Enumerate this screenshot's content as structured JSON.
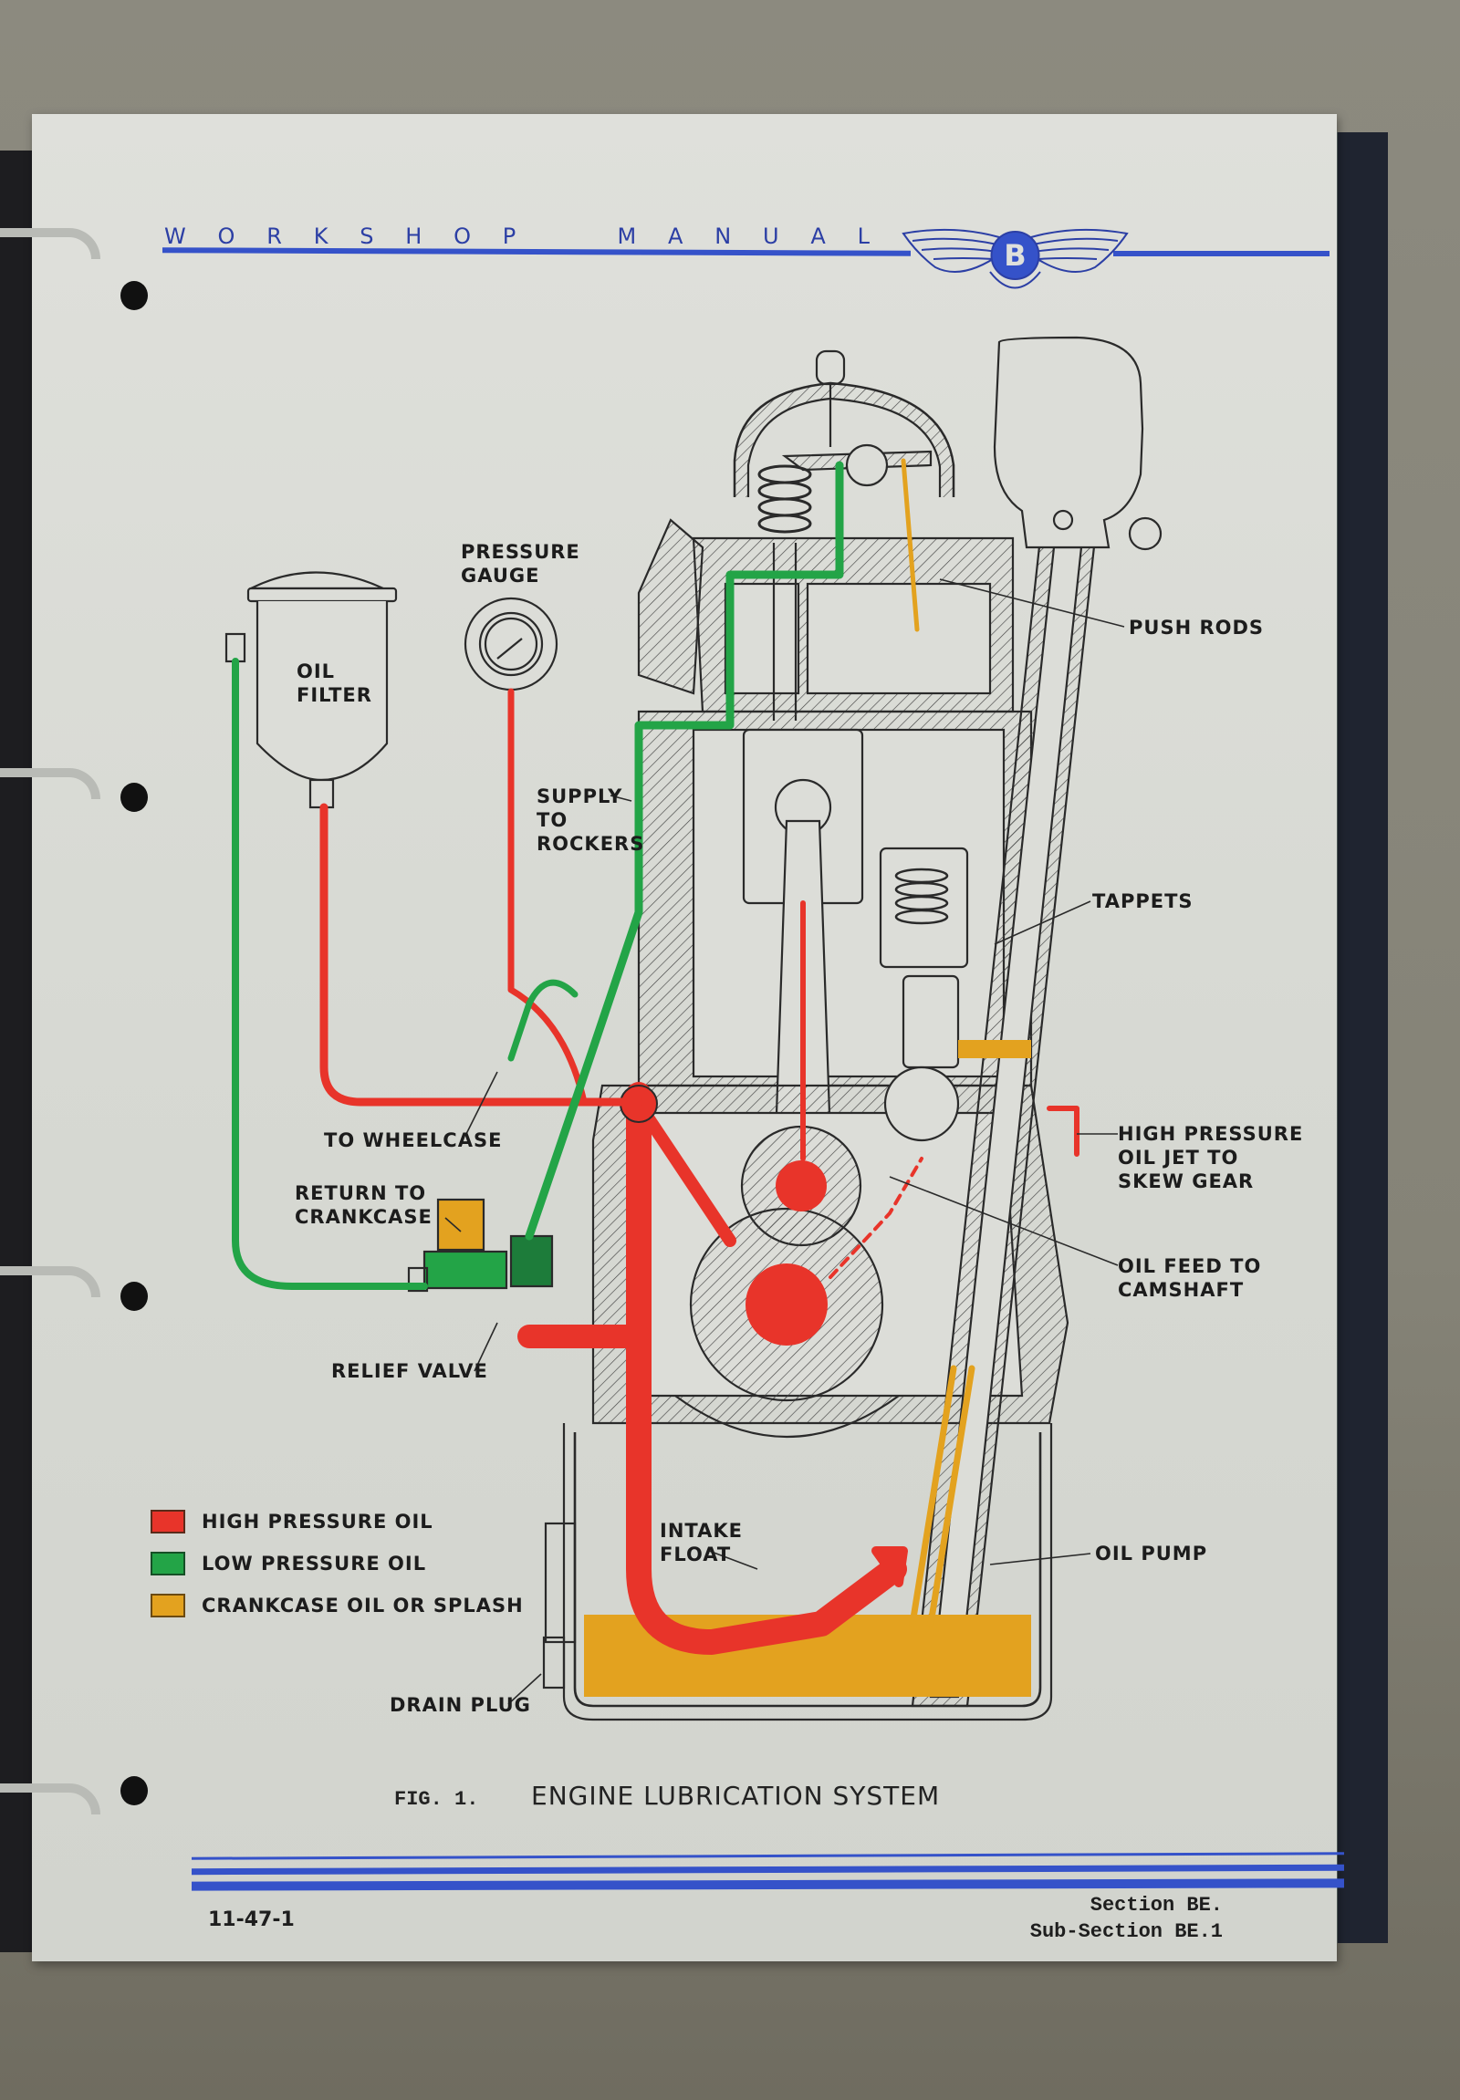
{
  "header": {
    "title_word1": "WORKSHOP",
    "title_word2": "MANUAL",
    "logo": "bentley-winged-b-logo",
    "logo_letter": "B"
  },
  "figure": {
    "number": "FIG. 1.",
    "title": "ENGINE LUBRICATION SYSTEM",
    "labels": {
      "pressure_gauge": "PRESSURE\nGAUGE",
      "oil_filter": "OIL\nFILTER",
      "push_rods": "PUSH RODS",
      "supply_to_rockers": "SUPPLY\nTO\nROCKERS",
      "tappets": "TAPPETS",
      "to_wheelcase": "TO WHEELCASE",
      "high_pressure_jet": "HIGH PRESSURE\nOIL JET TO\nSKEW GEAR",
      "return_to_crankcase": "RETURN TO\nCRANKCASE",
      "oil_feed_camshaft": "OIL FEED TO\nCAMSHAFT",
      "relief_valve": "RELIEF VALVE",
      "intake_float": "INTAKE\nFLOAT",
      "oil_pump": "OIL PUMP",
      "drain_plug": "DRAIN PLUG"
    },
    "legend": [
      {
        "label": "HIGH PRESSURE OIL",
        "color": "#e8342a"
      },
      {
        "label": "LOW PRESSURE OIL",
        "color": "#23a447"
      },
      {
        "label": "CRANKCASE OIL OR SPLASH",
        "color": "#e3a21f"
      }
    ]
  },
  "footer": {
    "page_code": "11-47-1",
    "section": "Section BE.",
    "sub_section": "Sub-Section BE.1"
  },
  "colors": {
    "accent_blue": "#3552c9",
    "high_pressure": "#e8342a",
    "low_pressure": "#23a447",
    "splash": "#e3a21f",
    "line": "#2a2a2a"
  }
}
